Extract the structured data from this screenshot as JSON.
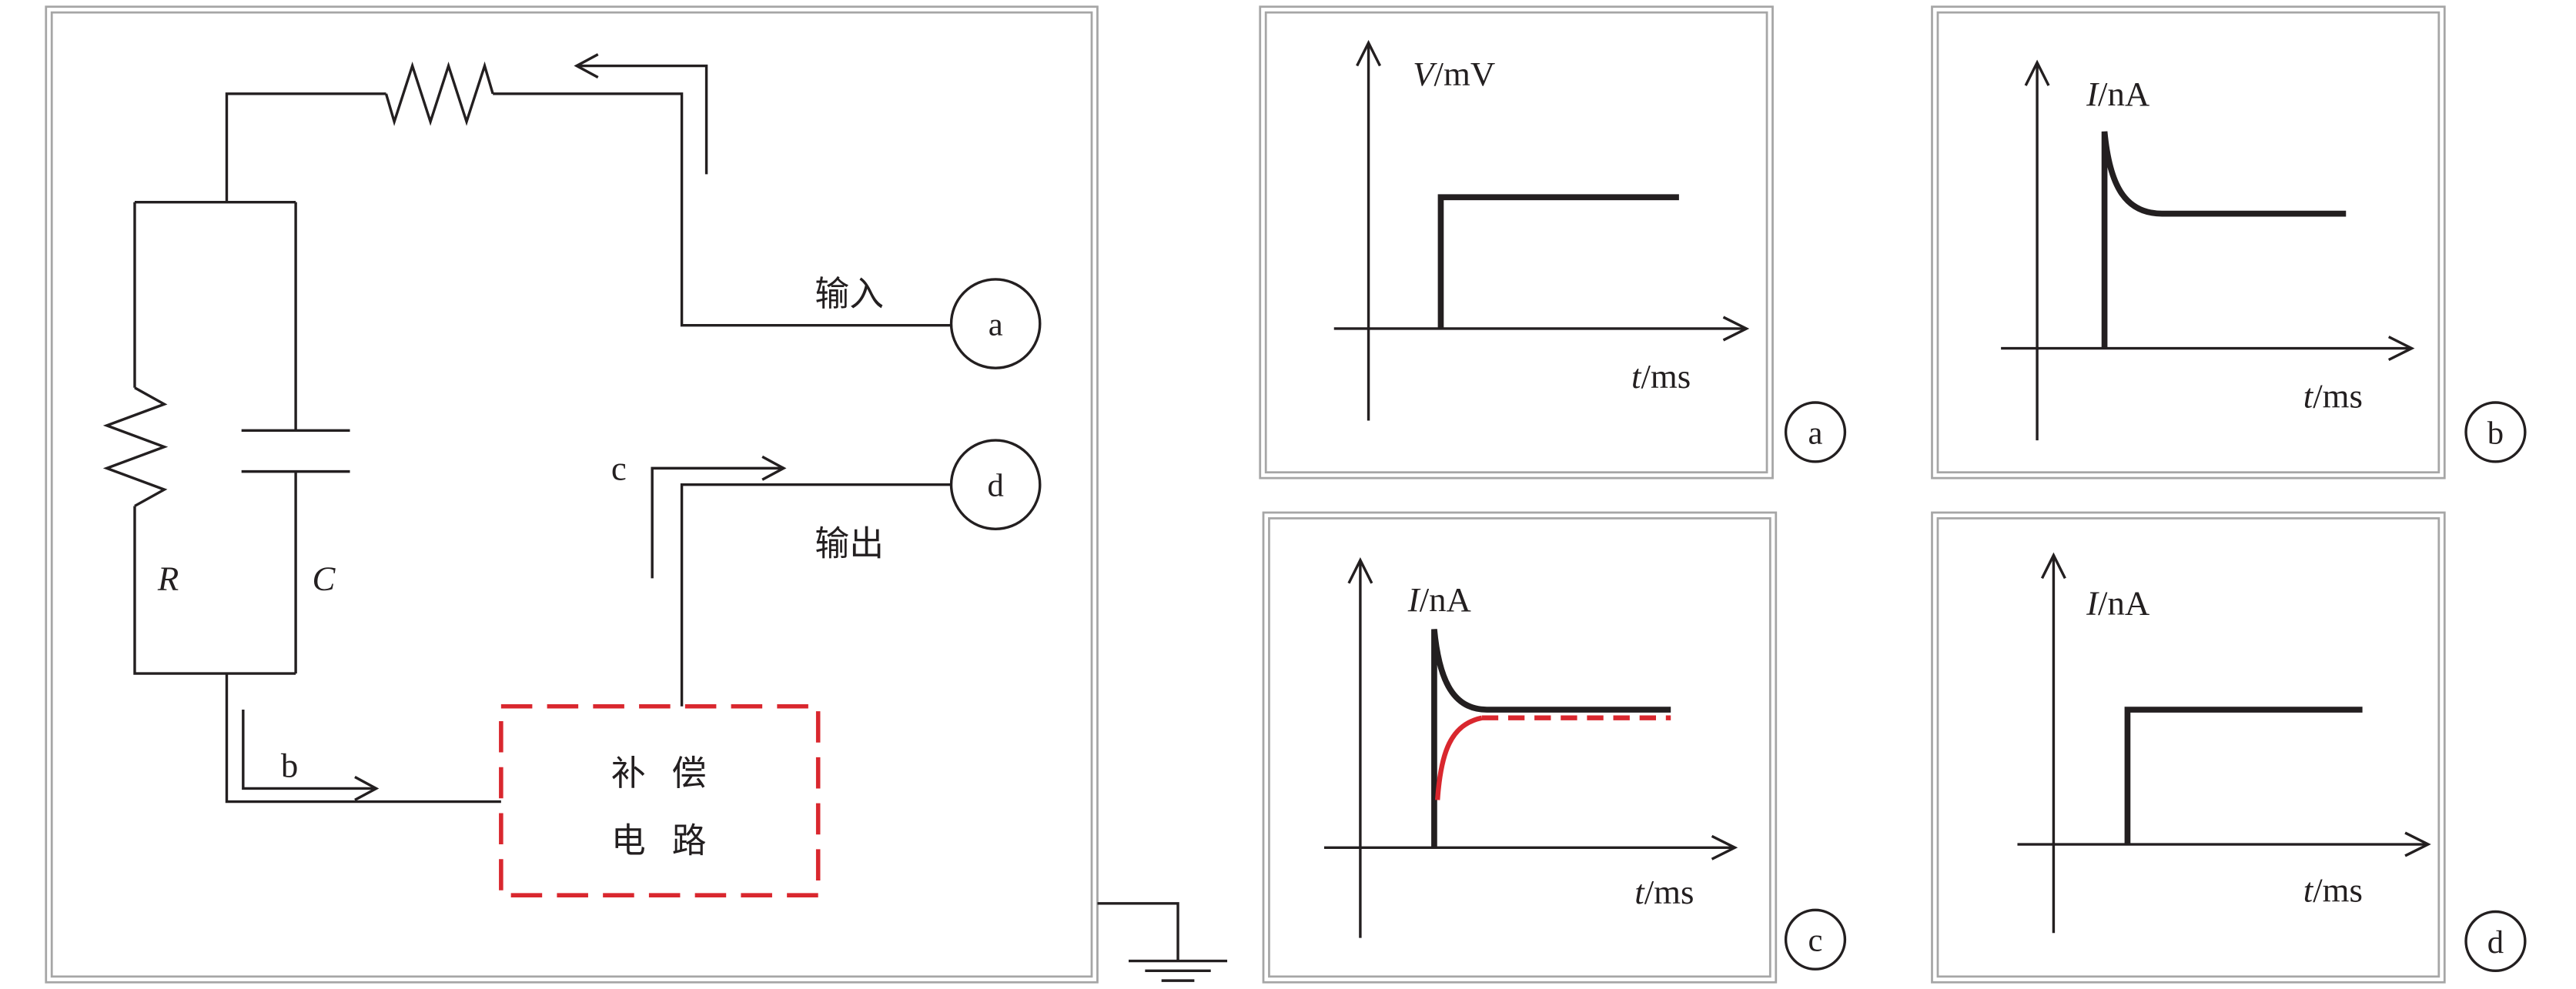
{
  "circuit": {
    "input_label": "输入",
    "output_label": "输出",
    "compensation_line1": "补偿",
    "compensation_line2": "电路",
    "resistor_label": "R",
    "capacitor_label": "C",
    "arrow_b_label": "b",
    "arrow_c_label": "c",
    "terminal_a": "a",
    "terminal_d": "d"
  },
  "graphs": {
    "a": {
      "badge": "a",
      "y_axis": {
        "variable": "V",
        "unit": "/mV"
      },
      "x_axis": {
        "variable": "t",
        "unit": "/ms"
      }
    },
    "b": {
      "badge": "b",
      "y_axis": {
        "variable": "I",
        "unit": "/nA"
      },
      "x_axis": {
        "variable": "t",
        "unit": "/ms"
      }
    },
    "c": {
      "badge": "c",
      "y_axis": {
        "variable": "I",
        "unit": "/nA"
      },
      "x_axis": {
        "variable": "t",
        "unit": "/ms"
      }
    },
    "d": {
      "badge": "d",
      "y_axis": {
        "variable": "I",
        "unit": "/nA"
      },
      "x_axis": {
        "variable": "t",
        "unit": "/ms"
      }
    }
  },
  "colors": {
    "line": "#231f20",
    "compensation": "#d9272e",
    "frame": "#a6a6a6"
  }
}
